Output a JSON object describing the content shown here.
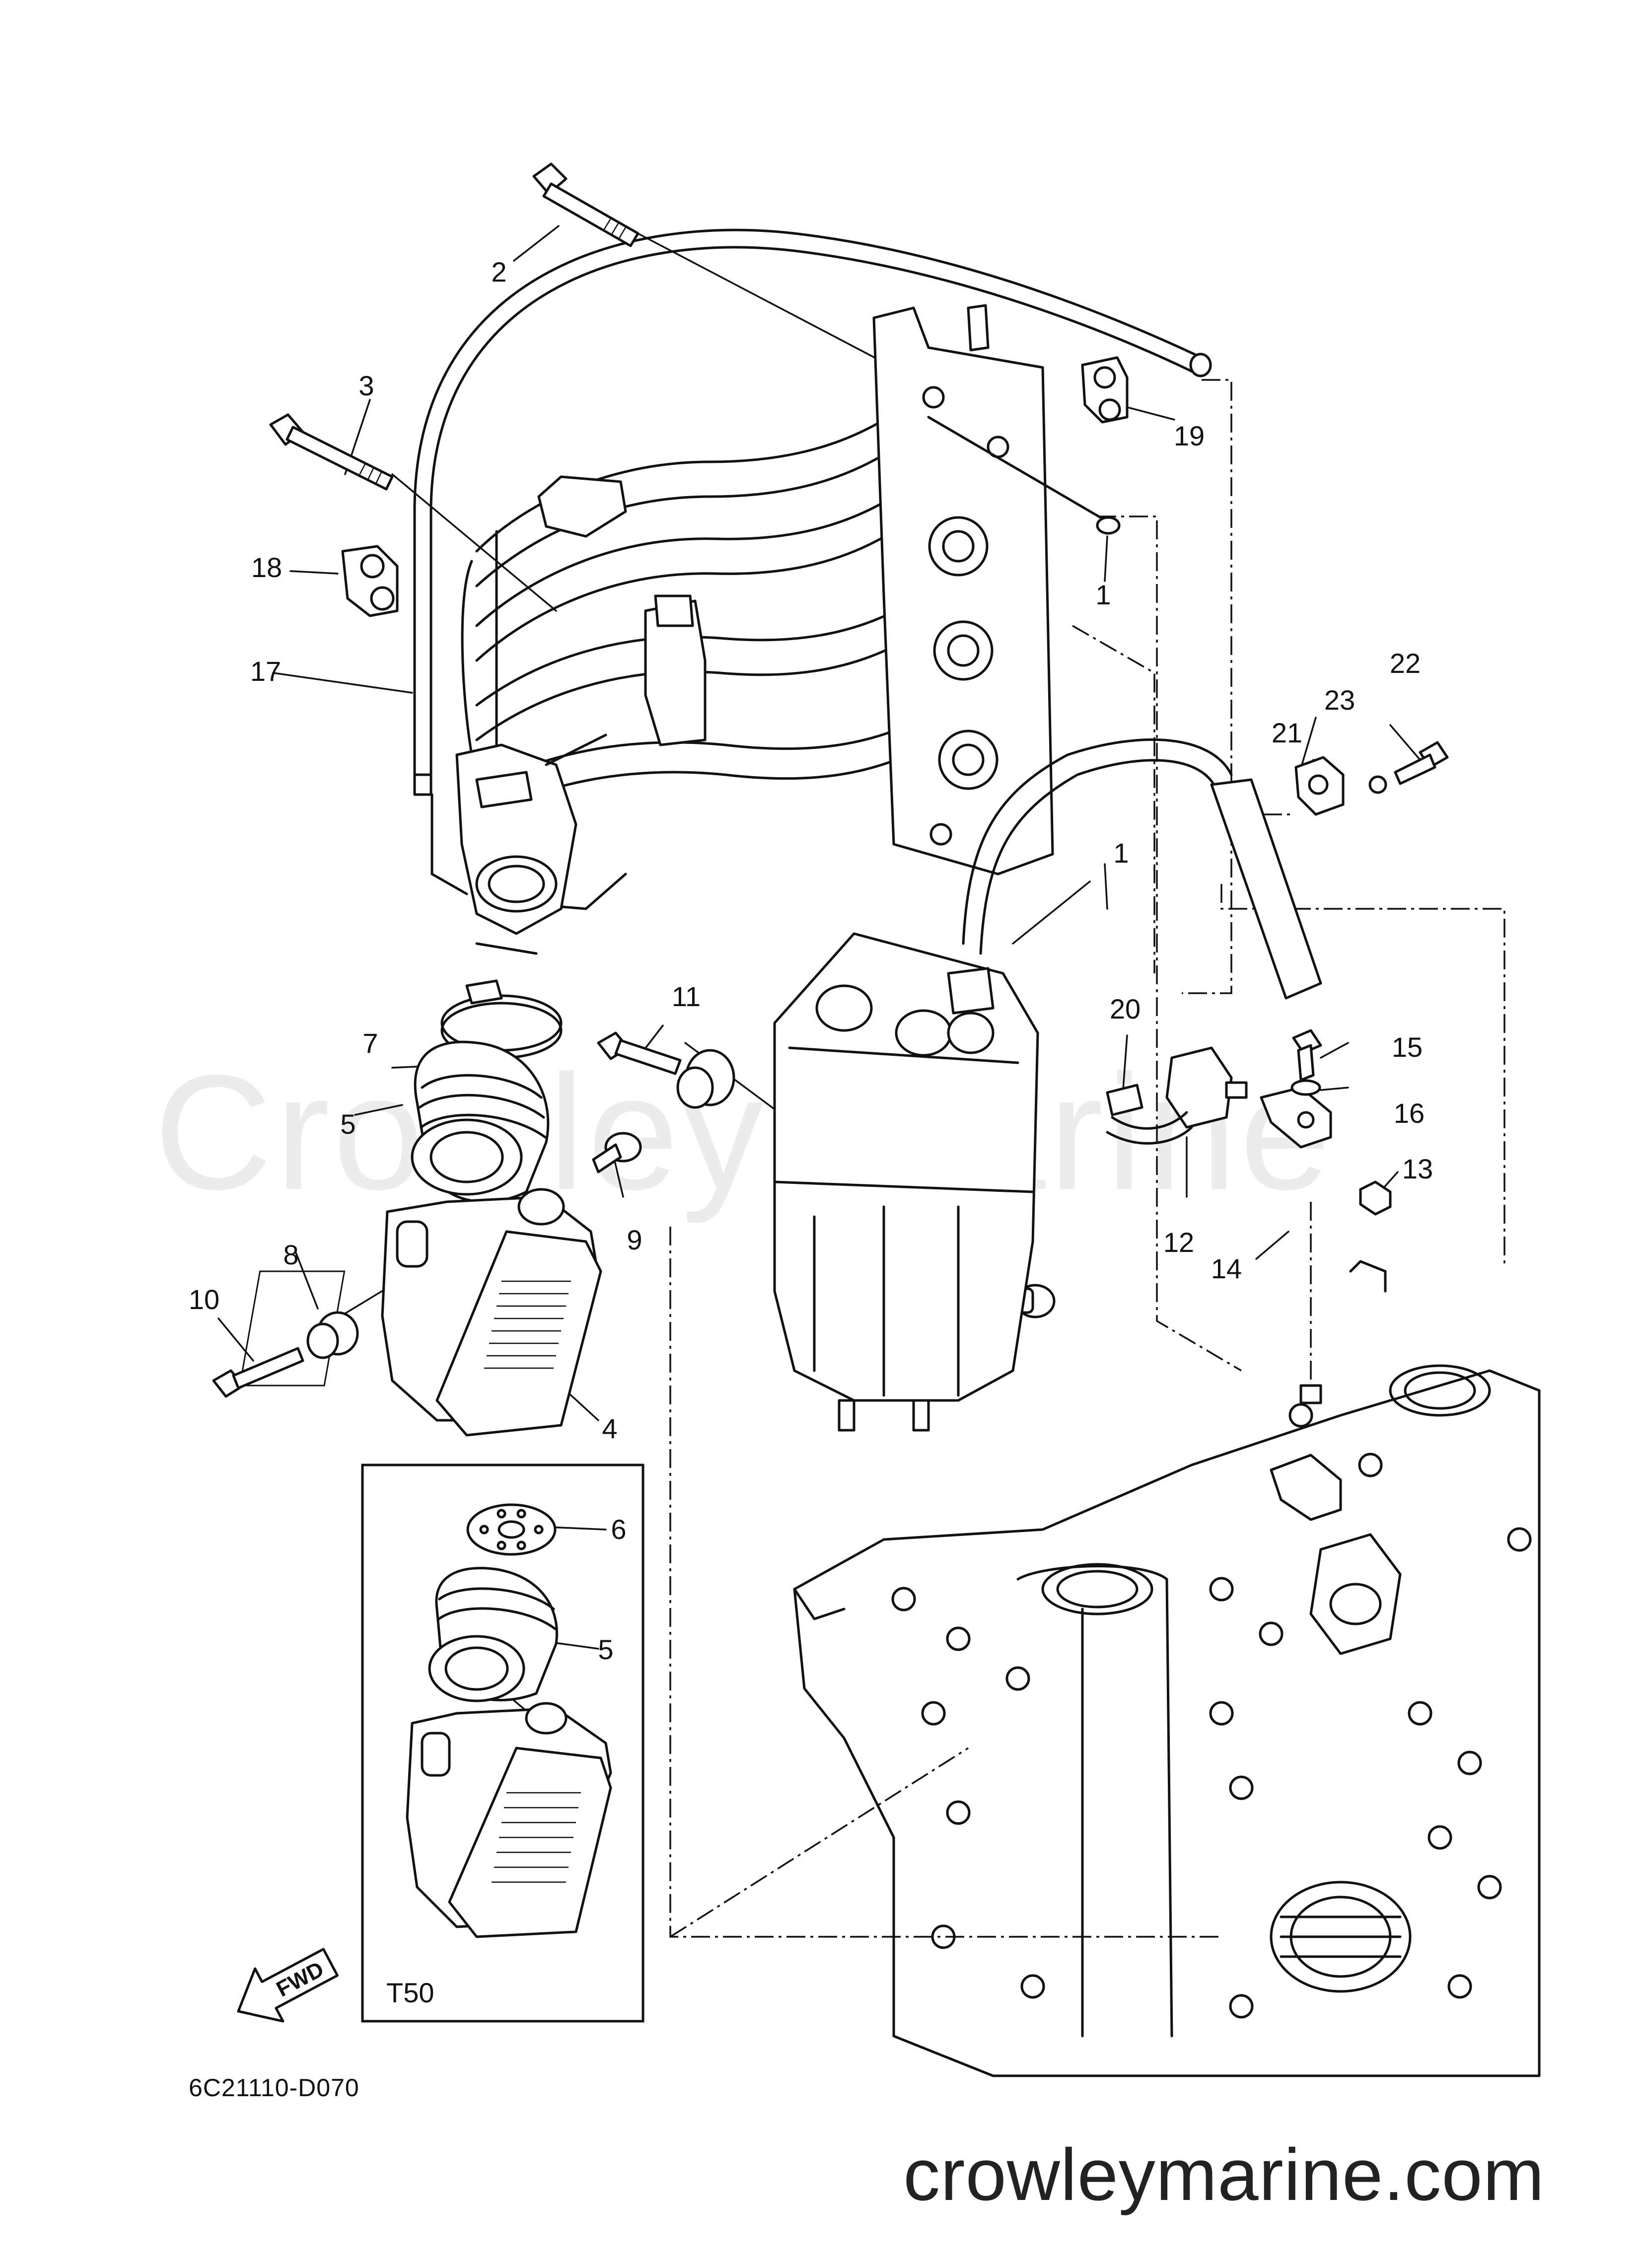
{
  "watermark": "Crowley Marine",
  "diagram_code": "6C21110-D070",
  "inset_label": "T50",
  "fwd_label": "FWD",
  "site": "crowleymarine.com",
  "callouts": [
    {
      "id": "c2",
      "text": "2"
    },
    {
      "id": "c3",
      "text": "3"
    },
    {
      "id": "c19",
      "text": "19"
    },
    {
      "id": "c18",
      "text": "18"
    },
    {
      "id": "c1a",
      "text": "1"
    },
    {
      "id": "c17",
      "text": "17"
    },
    {
      "id": "c22",
      "text": "22"
    },
    {
      "id": "c23",
      "text": "23"
    },
    {
      "id": "c21",
      "text": "21"
    },
    {
      "id": "c1b",
      "text": "1"
    },
    {
      "id": "c11",
      "text": "11"
    },
    {
      "id": "c20",
      "text": "20"
    },
    {
      "id": "c15",
      "text": "15"
    },
    {
      "id": "c7",
      "text": "7"
    },
    {
      "id": "c16",
      "text": "16"
    },
    {
      "id": "c5a",
      "text": "5"
    },
    {
      "id": "c13",
      "text": "13"
    },
    {
      "id": "c9",
      "text": "9"
    },
    {
      "id": "c12",
      "text": "12"
    },
    {
      "id": "c14",
      "text": "14"
    },
    {
      "id": "c8",
      "text": "8"
    },
    {
      "id": "c10",
      "text": "10"
    },
    {
      "id": "c4",
      "text": "4"
    },
    {
      "id": "c6",
      "text": "6"
    },
    {
      "id": "c5b",
      "text": "5"
    }
  ]
}
